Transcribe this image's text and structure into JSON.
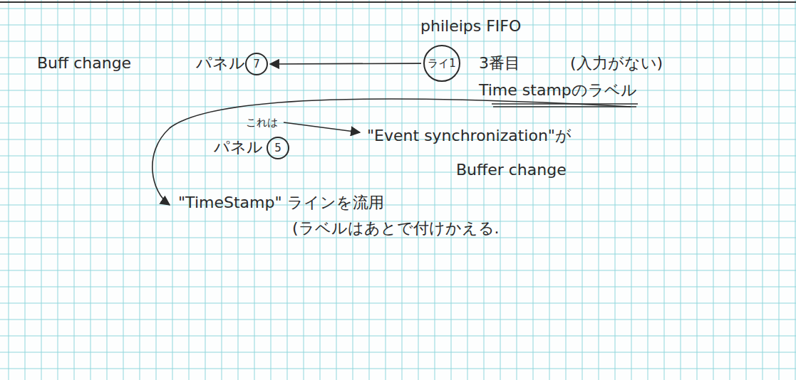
{
  "diagram": {
    "nodes": [
      {
        "text": [
          "7"
        ]
      },
      {
        "text": [
          "ライ1"
        ]
      },
      {
        "text": [
          "5"
        ]
      }
    ],
    "edges": [
      {
        "from": 1,
        "to": 0,
        "arrow": "to"
      }
    ],
    "labels": [
      "phileips FIFO",
      "Buff change",
      "パネル",
      "3番目",
      "(入力がない)",
      "Time stampのラベル",
      "これは",
      "パネル",
      "\"Event synchronization\"が",
      "Buffer change",
      "\"TimeStamp\" ラインを流用",
      "(ラベルはあとで付けかえる."
    ]
  }
}
